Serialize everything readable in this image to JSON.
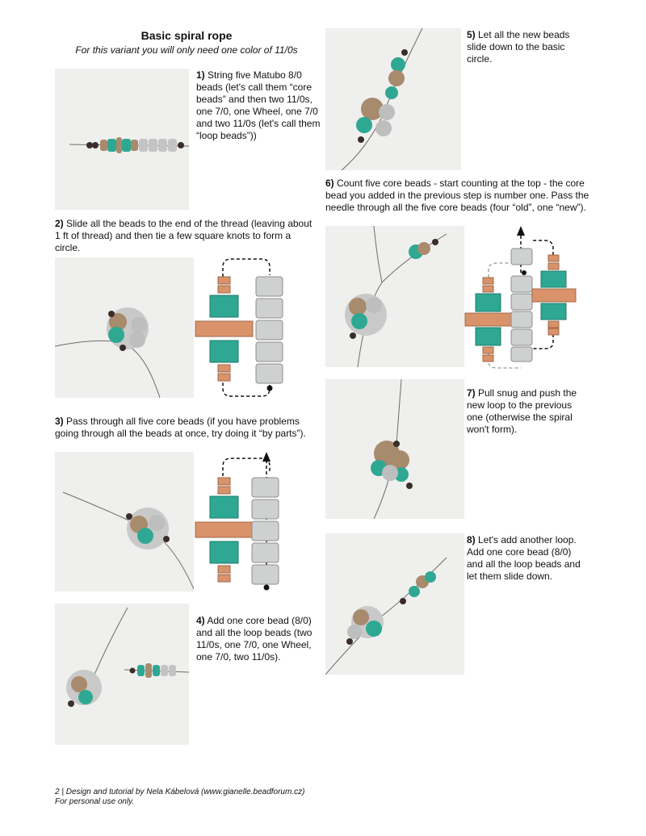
{
  "title": "Basic spiral rope",
  "subtitle": "For this variant you will only need one color of 11/0s",
  "steps": [
    {
      "num": "1)",
      "text": " String five Matubo 8/0 beads (let's call them “core beads” and then two 11/0s, one 7/0, one Wheel, one 7/0 and two 11/0s (let's call them “loop beads”))"
    },
    {
      "num": "2)",
      "text": " Slide all the beads to the end of the thread (leaving about 1 ft of thread) and then tie a few square knots to form a circle."
    },
    {
      "num": "3)",
      "text": " Pass through all five core beads (if you have problems going through all the beads at once, try doing it “by parts”)."
    },
    {
      "num": "4)",
      "text": " Add one core bead (8/0) and all the loop beads (two 11/0s, one 7/0, one Wheel, one 7/0, two 11/0s)."
    },
    {
      "num": "5)",
      "text": " Let all the new beads slide down to the basic circle."
    },
    {
      "num": "6)",
      "text": " Count five core beads - start counting at the top - the core bead you added in the previous step is number one. Pass the needle through all the five core beads (four “old”, one “new”)."
    },
    {
      "num": "7)",
      "text": " Pull snug and push the new loop to the previous one (otherwise the spiral won't form)."
    },
    {
      "num": "8)",
      "text": " Let's add another loop. Add one core bead (8/0) and all the loop beads and let them slide down."
    }
  ],
  "footer": {
    "line1": "2 | Design and tutorial by Nela Kábelová (www.gianelle.beadforum.cz)",
    "line2": "For personal use only."
  },
  "colors": {
    "photo_bg": "#efefee",
    "teal": "#2fa893",
    "copper": "#d9926a",
    "grey_bead": "#cfd0d0",
    "picasso": "#a88a6c",
    "dark_bead": "#3a2e2a",
    "wire": "#6c6c6c"
  }
}
